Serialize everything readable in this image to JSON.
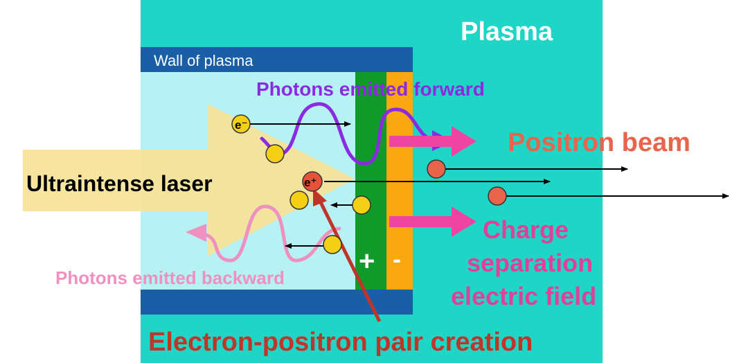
{
  "labels": {
    "plasma": "Plasma",
    "wall": "Wall of plasma",
    "photons_forward": "Photons emitted forward",
    "photons_backward": "Photons emitted backward",
    "laser": "Ultraintense laser",
    "positron_beam": "Positron beam",
    "charge_line1": "Charge",
    "charge_line2": "separation",
    "charge_line3": "electric field",
    "pair_creation": "Electron-positron pair creation",
    "electron_symbol": "e⁻",
    "positron_symbol": "e⁺",
    "plus": "+",
    "minus": "-"
  },
  "colors": {
    "plasma": "#1fd6c6",
    "channel": "#b6f2f4",
    "wall": "#1a5ea6",
    "laser": "#f6e39a",
    "green_layer": "#0f9a2a",
    "orange_layer": "#fba70f",
    "forward_photon": "#8a2be2",
    "backward_photon": "#f090c0",
    "positron_text": "#e8644a",
    "charge_text": "#e0409a",
    "pair_text": "#c0352a",
    "electron": "#f3cf16",
    "positron": "#e8523a"
  }
}
